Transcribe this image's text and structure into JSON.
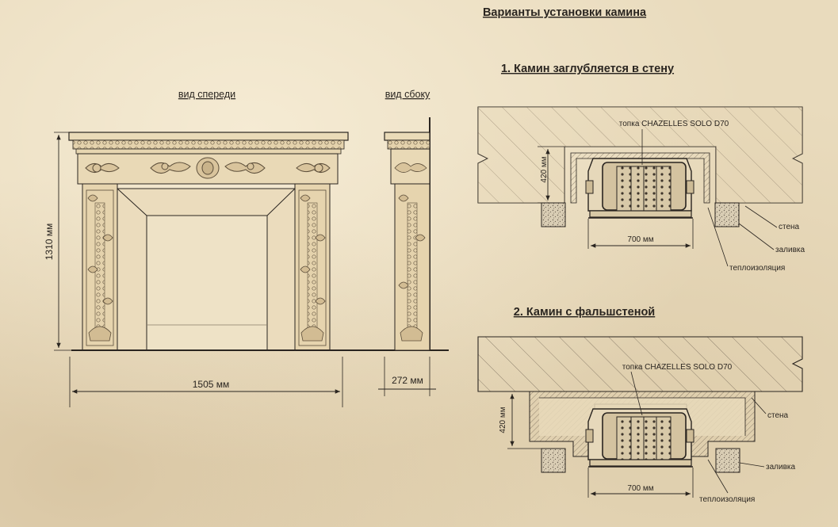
{
  "header": {
    "title": "Варианты установки камина"
  },
  "views": {
    "front_label": "вид спереди",
    "side_label": "вид сбоку",
    "height_dim": "1310 мм",
    "width_dim": "1505 мм",
    "depth_dim": "272 мм"
  },
  "option1": {
    "title": "1. Камин заглубляется в стену",
    "firebox": "топка CHAZELLES SOLO D70",
    "depth_dim": "420 мм",
    "width_dim": "700 мм",
    "wall": "стена",
    "fill": "заливка",
    "insulation": "теплоизоляция"
  },
  "option2": {
    "title": "2. Камин с фальшстеной",
    "firebox": "топка CHAZELLES SOLO D70",
    "depth_dim": "420 мм",
    "width_dim": "700 мм",
    "wall": "стена",
    "fill": "заливка",
    "insulation": "теплоизоляция"
  },
  "colors": {
    "background": "#e9dbbd",
    "ink": "#2a2520",
    "stone": "#e7d7b4"
  }
}
